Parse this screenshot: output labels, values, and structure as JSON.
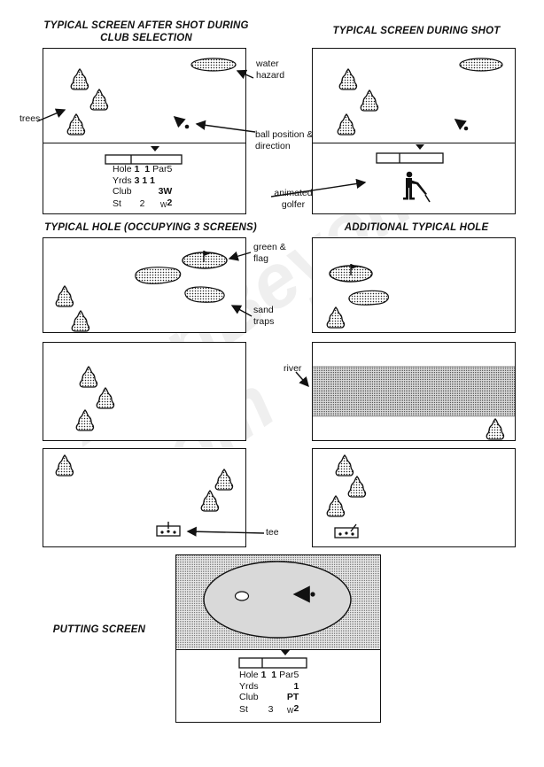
{
  "headings": {
    "club_selection": "TYPICAL SCREEN AFTER SHOT DURING CLUB SELECTION",
    "during_shot": "TYPICAL SCREEN DURING SHOT",
    "typical_hole": "TYPICAL HOLE (OCCUPYING 3 SCREENS)",
    "additional_hole": "ADDITIONAL TYPICAL HOLE",
    "putting": "PUTTING SCREEN"
  },
  "callouts": {
    "water_hazard": "water hazard",
    "trees": "trees",
    "ball_position": "ball position & direction",
    "animated_golfer": "animated golfer",
    "green_flag": "green & flag",
    "sand_traps": "sand traps",
    "river": "river",
    "tee": "tee"
  },
  "hud_club_selection": {
    "hole_label": "Hole",
    "hole_a": "1",
    "hole_b": "1",
    "par": "Par5",
    "yrds_label": "Yrds",
    "yrds_value": "3 1 1",
    "club_label": "Club",
    "club_value": "3W",
    "st_label": "St",
    "st_value": "2",
    "wind_value": "2",
    "wind_letter": "W"
  },
  "hud_putting": {
    "hole_label": "Hole",
    "hole_a": "1",
    "hole_b": "1",
    "par": "Par5",
    "yrds_label": "Yrds",
    "yrds_value": "1",
    "club_label": "Club",
    "club_value": "PT",
    "st_label": "St",
    "st_value": "3",
    "wind_value": "2",
    "wind_letter": "W"
  },
  "watermark": "AtariBeyond.com"
}
